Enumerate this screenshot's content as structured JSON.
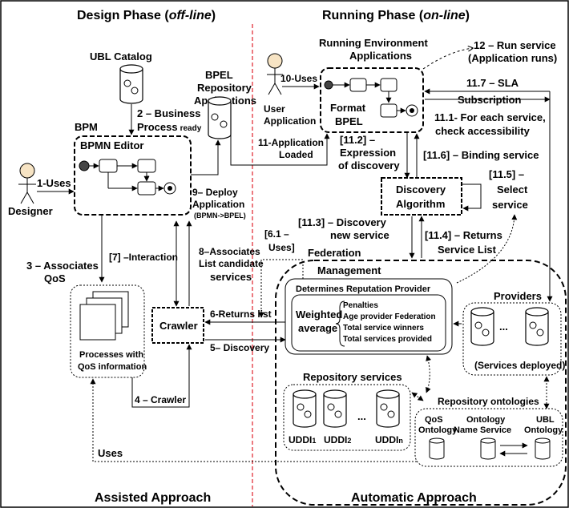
{
  "phases": {
    "design_title": "Design Phase (",
    "design_mode": "off-line",
    "running_title": "Running Phase (",
    "running_mode": "on-line",
    "close_paren": ")"
  },
  "footer": {
    "assisted": "Assisted Approach",
    "automatic": "Automatic Approach"
  },
  "design": {
    "ubl_catalog": "UBL Catalog",
    "bpel_repo_line1": "BPEL",
    "bpel_repo_line2": "Repository",
    "bpel_repo_line3": "Applications",
    "business_process_line1": "2 – Business",
    "business_process_line2": "Process",
    "business_process_ready": "ready",
    "bpm": "BPM",
    "bpmn_editor": "BPMN Editor",
    "uses1": "1-Uses",
    "designer": "Designer",
    "deploy_line1": "9– Deploy",
    "deploy_line2": "Application",
    "deploy_line3": "(BPMN->BPEL)",
    "associates_qos_line1": "3 – Associates",
    "associates_qos_line2": "QoS",
    "interaction": "[7] –Interaction",
    "associates_list_line1": "8–Associates",
    "associates_list_line2": "List candidate",
    "associates_list_line3": "services",
    "processes_line1": "Processes with",
    "processes_line2": "QoS information",
    "crawler": "Crawler",
    "crawler_step": "4 – Crawler",
    "returns_list": "6-Returns list",
    "discovery_step": "5– Discovery",
    "uses_bottom": "Uses"
  },
  "running": {
    "running_env_line1": "Running Environment",
    "running_env_line2": "Applications",
    "run_service_line1": "12 – Run service",
    "run_service_line2": "(Application runs)",
    "uses10": "10-Uses",
    "user_line1": "User",
    "user_line2": "Application",
    "format_bpel_line1": "Format",
    "format_bpel_line2": "BPEL",
    "sla": "11.7 – SLA",
    "subscription": "Subscription",
    "accessibility_line1": "11.1- For each service,",
    "accessibility_line2": "check accessibility",
    "app_loaded_line1": "11-Application",
    "app_loaded_line2": "Loaded",
    "expression_line1": "[11.2] –",
    "expression_line2": "Expression",
    "expression_line3": "of discovery",
    "binding": "[11.6] – Binding service",
    "select_line1": "[11.5] –",
    "select_line2": "Select",
    "select_line3": "service",
    "discovery_alg_line1": "Discovery",
    "discovery_alg_line2": "Algorithm",
    "discovery_new_line1": "[11.3] – Discovery",
    "discovery_new_line2": "new service",
    "returns_service_line1": "[11.4] – Returns",
    "returns_service_line2": "Service List",
    "uses61_line1": "[6.1 –",
    "uses61_line2": "Uses]",
    "federation": "Federation",
    "management": "Management",
    "reputation": "Determines Reputation Provider",
    "weighted_line1": "Weighted",
    "weighted_line2": "average",
    "criteria": [
      "Penalties",
      "Age provider Federation",
      "Total service winners",
      "Total services provided"
    ],
    "providers": "Providers",
    "services_deployed": "(Services deployed)",
    "ellipsis": "...",
    "repo_services": "Repository services",
    "uddi1": "UDDI",
    "uddi1_sub": "1",
    "uddi2": "UDDI",
    "uddi2_sub": "2",
    "uddin": "UDDI",
    "uddin_sub": "n",
    "repo_ontologies": "Repository ontologies",
    "qos_ontology_line1": "QoS",
    "qos_ontology_line2": "Ontology",
    "ontology_name_line1": "Ontology",
    "ontology_name_line2": "Name Service",
    "ubl_ontology_line1": "UBL",
    "ubl_ontology_line2": "Ontology"
  },
  "colors": {
    "divider": "#e0202a",
    "ink": "#000000",
    "dashed_arrow": "#000000"
  }
}
